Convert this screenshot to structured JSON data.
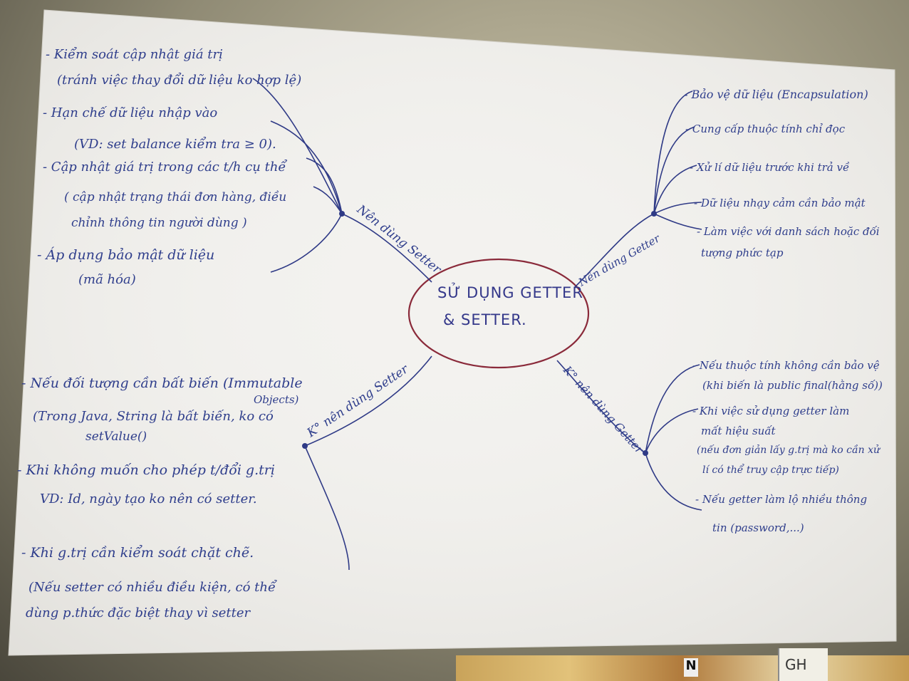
{
  "center": {
    "line1": "SỬ DỤNG GETTER",
    "line2": "& SETTER."
  },
  "branches": {
    "nen_dung_setter": {
      "label": "Nên dùng Setter",
      "items": [
        "- Kiểm soát cập nhật giá trị",
        "(tránh việc thay đổi dữ liệu ko hợp lệ)",
        "- Hạn chế dữ liệu nhập vào",
        "(VD: set balance kiểm tra ≥ 0).",
        "- Cập nhật giá trị trong các t/h cụ thể",
        "( cập nhật trạng thái đơn hàng, điều",
        "chỉnh thông tin người dùng )",
        "- Áp dụng bảo mật dữ liệu",
        "(mã hóa)"
      ]
    },
    "nen_dung_getter": {
      "label": "Nên dùng Getter",
      "items": [
        "- Bảo vệ dữ liệu (Encapsulation)",
        "- Cung cấp thuộc tính chỉ đọc",
        "- Xử lí dữ liệu trước khi trả về",
        "- Dữ liệu nhạy cảm cần bảo mật",
        "- Làm việc với danh sách hoặc đối",
        "tượng phức tạp"
      ]
    },
    "ko_nen_dung_setter": {
      "label": "K° nên dùng Setter",
      "items": [
        "- Nếu đối tượng cần bất biến (Immutable",
        "Objects)",
        "(Trong Java, String là bất biến, ko có",
        "setValue()",
        "- Khi không muốn cho phép t/đổi g.trị",
        "VD: Id, ngày tạo ko nên có setter.",
        "- Khi g.trị cần kiểm soát chặt chẽ.",
        "(Nếu setter có nhiều điều kiện, có thể",
        "dùng p.thức đặc biệt thay vì setter"
      ]
    },
    "ko_nen_dung_getter": {
      "label": "K° nên dùng Getter",
      "items": [
        "- Nếu thuộc tính không cần bảo vệ",
        "(khi biến là public final(hằng số))",
        "- Khi việc sử dụng getter làm",
        "mất hiệu suất",
        "(nếu đơn giản lấy g.trị mà ko cần xử",
        "lí có thể truy cập trực tiếp)",
        "- Nếu getter làm lộ nhiều thông",
        "tin (password,...)"
      ]
    }
  },
  "background_labels": {
    "tag_right": "GH",
    "tag_mid": "N"
  },
  "colors": {
    "ink_blue": "#2f3e8c",
    "ink_red_oval": "#8a2a3a",
    "paper": "#f4f3f0"
  }
}
